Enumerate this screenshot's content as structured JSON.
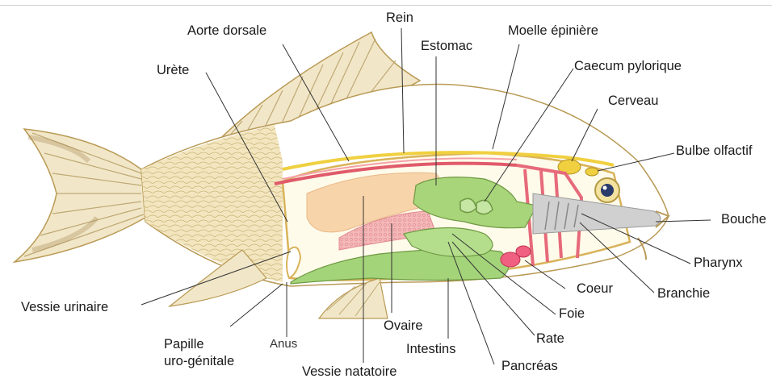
{
  "labels": {
    "rein": "Rein",
    "aorte_dorsale": "Aorte dorsale",
    "estomac": "Estomac",
    "moelle_epiniere": "Moelle épinière",
    "urete": "Urète",
    "caecum_pylorique": "Caecum pylorique",
    "cerveau": "Cerveau",
    "bulbe_olfactif": "Bulbe olfactif",
    "bouche": "Bouche",
    "pharynx": "Pharynx",
    "branchie": "Branchie",
    "coeur": "Coeur",
    "foie": "Foie",
    "rate": "Rate",
    "pancreas": "Pancréas",
    "intestins": "Intestins",
    "ovaire": "Ovaire",
    "vessie_natatoire": "Vessie natatoire",
    "anus": "Anus",
    "papille_line1": "Papille",
    "papille_line2": "uro-génitale",
    "vessie_urinaire": "Vessie urinaire"
  },
  "colors": {
    "body_fill": "#ffffff",
    "scales": "#e8d9a8",
    "fin_stripe": "#c8b88a",
    "outline": "#b08a3a",
    "stomach": "#a8d47a",
    "liver_intestine": "#9ccf6e",
    "ovary": "#f5c9a0",
    "swim_bladder_pink": "#f0a0a8",
    "kidney_line": "#e05a6a",
    "spinal_cord": "#f0d040",
    "heart": "#f06080",
    "gills": "#c8c8c8",
    "leader_line": "#333333"
  }
}
